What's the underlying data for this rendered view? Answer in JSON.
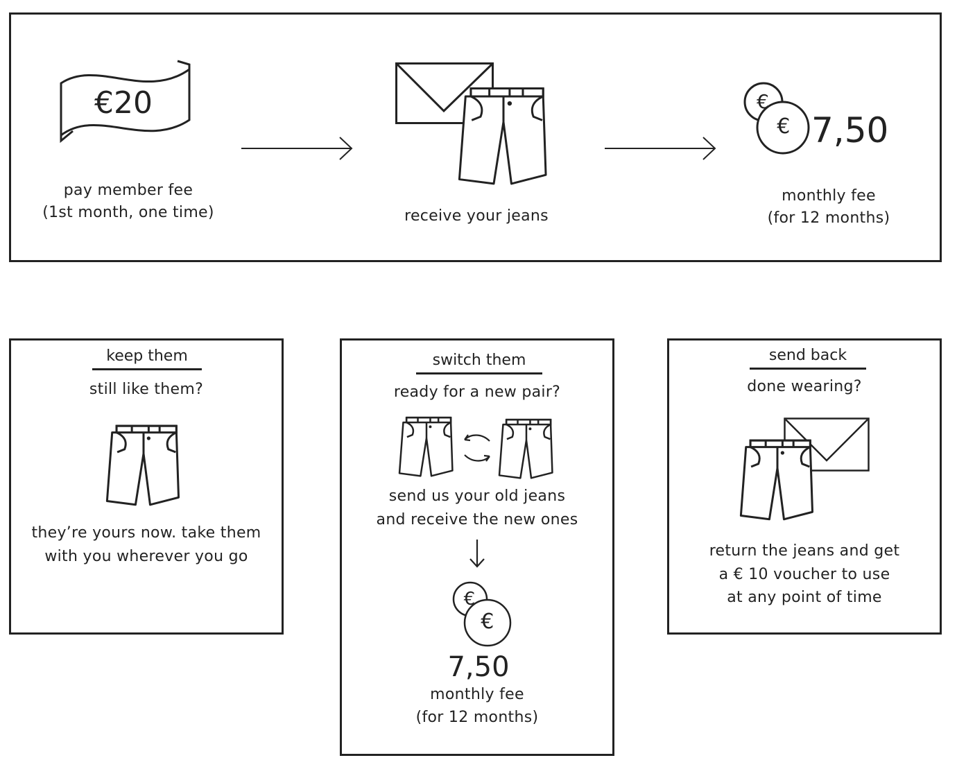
{
  "top": {
    "banknote_amount": "€20",
    "step1_line1": "pay member fee",
    "step1_line2": "(1st month, one time)",
    "step2_label": "receive your jeans",
    "coin_symbol": "€",
    "monthly_amount": "7,50",
    "step3_line1": "monthly fee",
    "step3_line2": "(for 12 months)"
  },
  "keep": {
    "heading": "keep them",
    "question": "still like them?",
    "line1": "they’re yours now. take them",
    "line2": "with you wherever you go"
  },
  "switch": {
    "heading": "switch them",
    "question": "ready for a new pair?",
    "line1": "send us your old jeans",
    "line2": "and receive the new ones",
    "coin_symbol": "€",
    "amount": "7,50",
    "fee_line1": "monthly fee",
    "fee_line2": "(for 12 months)"
  },
  "back": {
    "heading": "send back",
    "question": "done wearing?",
    "line1": "return the jeans and get",
    "line2": "a € 10 voucher to use",
    "line3": "at any point of time"
  },
  "colors": {
    "ink": "#222222",
    "background": "#ffffff"
  },
  "icons": [
    "banknote-icon",
    "envelope-icon",
    "jeans-icon",
    "coins-icon",
    "arrow-right-icon",
    "swap-arrows-icon",
    "arrow-down-icon"
  ]
}
